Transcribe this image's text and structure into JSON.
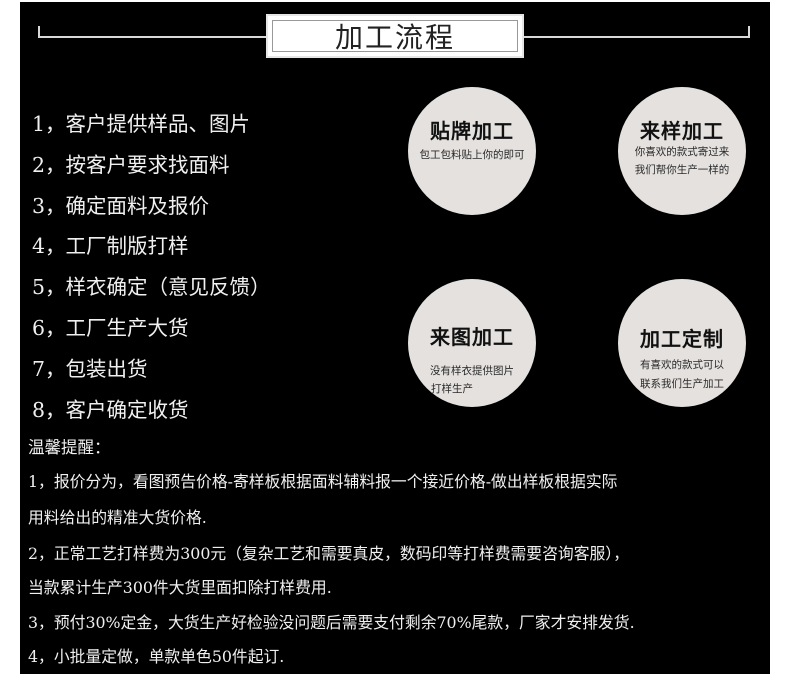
{
  "title": "加工流程",
  "steps": [
    "1，客户提供样品、图片",
    "2，按客户要求找面料",
    "3，确定面料及报价",
    "4，工厂制版打样",
    "5，样衣确定（意见反馈）",
    "6，工厂生产大货",
    "7，包装出货",
    "8，客户确定收货"
  ],
  "services": [
    {
      "heading": "贴牌加工",
      "lines": [
        "包工包料贴上你的即可"
      ]
    },
    {
      "heading": "来样加工",
      "lines": [
        "你喜欢的款式寄过来",
        "我们帮你生产一样的"
      ]
    },
    {
      "heading": "来图加工",
      "lines": [
        "没有样衣提供图片",
        "打样生产"
      ]
    },
    {
      "heading": "加工定制",
      "lines": [
        "有喜欢的款式可以",
        "联系我们生产加工"
      ]
    }
  ],
  "tips": {
    "heading": "温馨提醒：",
    "lines": [
      "1，报价分为，看图预告价格-寄样板根据面料辅料报一个接近价格-做出样板根据实际",
      "用料给出的精准大货价格.",
      "2，正常工艺打样费为300元（复杂工艺和需要真皮，数码印等打样费需要咨询客服），",
      "当款累计生产300件大货里面扣除打样费用.",
      "3，预付30%定金，大货生产好检验没问题后需要支付剩余70%尾款，厂家才安排发货.",
      "4，小批量定做，单款单色50件起订."
    ]
  },
  "colors": {
    "background": "#000000",
    "text": "#f0f0f0",
    "circle": "#e4e1df",
    "title_box": "#ffffff"
  }
}
